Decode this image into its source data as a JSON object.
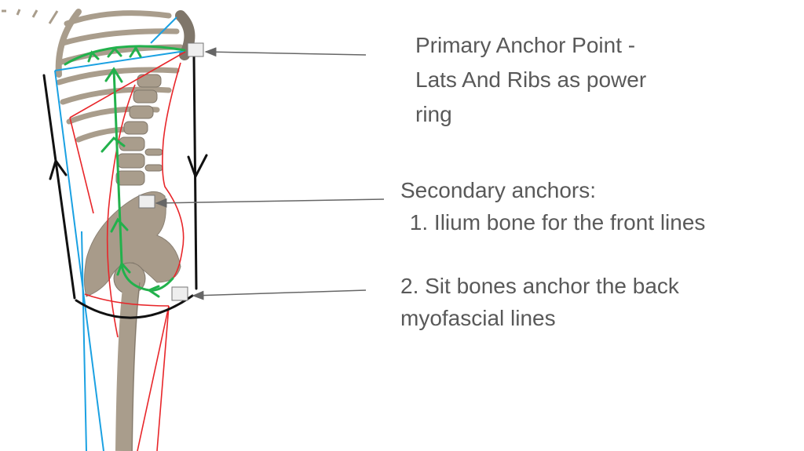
{
  "colors": {
    "text": "#595959",
    "bone": "#a99d8c",
    "green": "#22b14c",
    "red": "#e8262a",
    "blue": "#1ba1e2",
    "black": "#111111",
    "marker": "#eeeeee"
  },
  "primary": {
    "lines": [
      "Primary Anchor Point -",
      "Lats And Ribs as power",
      "ring"
    ]
  },
  "secondary": {
    "heading": "Secondary anchors:",
    "item1": " 1. Ilium bone for the front lines"
  },
  "sit_bones": {
    "lines": [
      "2. Sit bones anchor the back",
      "myofascial lines"
    ]
  }
}
